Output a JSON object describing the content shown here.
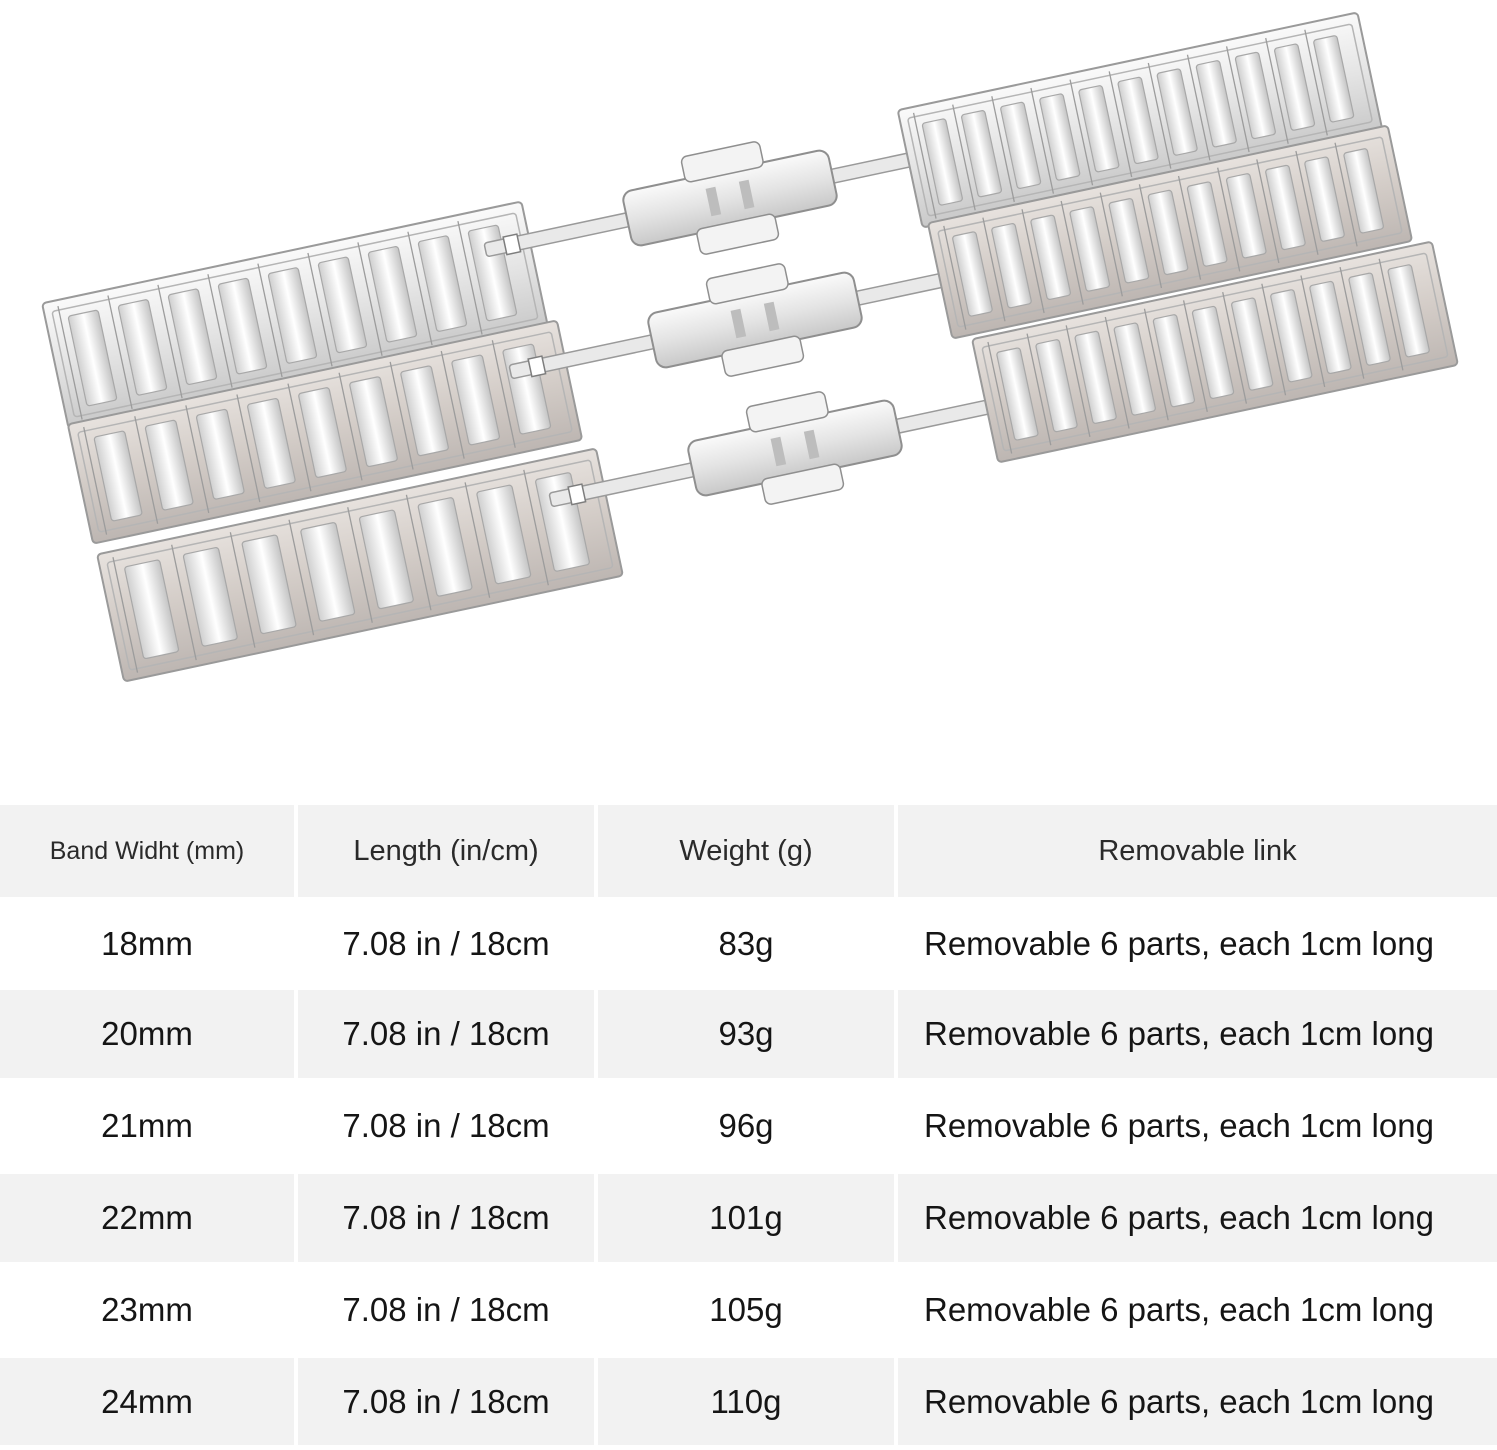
{
  "table": {
    "headers": [
      "Band Widht (mm)",
      "Length (in/cm)",
      "Weight (g)",
      "Removable link"
    ],
    "rows": [
      [
        "18mm",
        "7.08 in / 18cm",
        "83g",
        "Removable 6 parts, each 1cm long"
      ],
      [
        "20mm",
        "7.08 in / 18cm",
        "93g",
        "Removable 6 parts, each 1cm long"
      ],
      [
        "21mm",
        "7.08 in / 18cm",
        "96g",
        "Removable 6 parts, each 1cm long"
      ],
      [
        "22mm",
        "7.08 in / 18cm",
        "101g",
        "Removable 6 parts, each 1cm long"
      ],
      [
        "23mm",
        "7.08 in / 18cm",
        "105g",
        "Removable 6 parts, each 1cm long"
      ],
      [
        "24mm",
        "7.08 in / 18cm",
        "110g",
        "Removable 6 parts, each 1cm long"
      ]
    ]
  },
  "colors": {
    "background": "#ffffff",
    "row_stripe": "#f2f2f2",
    "steel_light": "#ececec",
    "steel_brushed": "#d6d0cc",
    "steel_edge": "#9a9a9a"
  },
  "product_image": {
    "subject": "three stainless steel link watch bands with butterfly clasps"
  }
}
